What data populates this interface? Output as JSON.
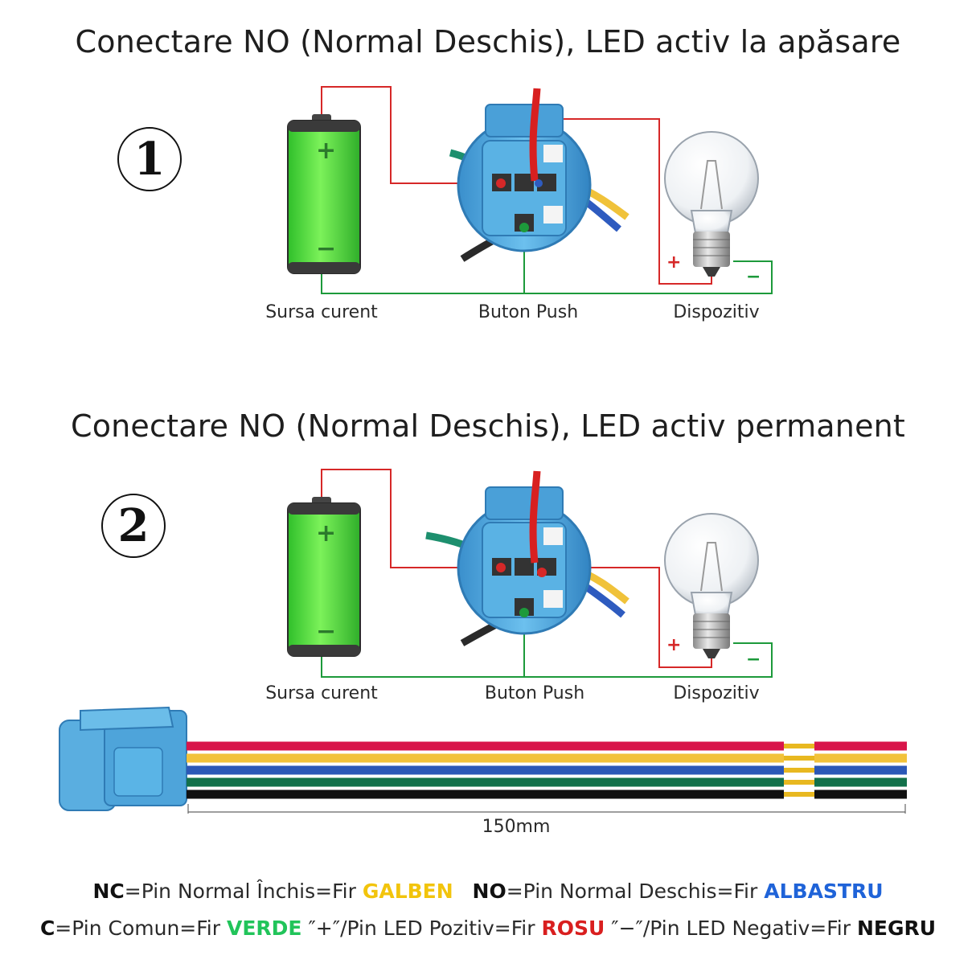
{
  "diagram1": {
    "title": "Conectare NO (Normal Deschis), LED activ la apăsare",
    "number": "1",
    "source_label": "Sursa curent",
    "button_label": "Buton Push",
    "device_label": "Dispozitiv"
  },
  "diagram2": {
    "title": "Conectare NO (Normal Deschis), LED activ permanent",
    "number": "2",
    "source_label": "Sursa curent",
    "button_label": "Buton Push",
    "device_label": "Dispozitiv"
  },
  "battery": {
    "plus": "+",
    "minus": "−"
  },
  "device": {
    "plus": "+",
    "minus": "−"
  },
  "cable": {
    "length_label": "150mm",
    "wire_colors": [
      "#d8154a",
      "#f2c23a",
      "#2b58b7",
      "#12704a",
      "#111111"
    ]
  },
  "legend": {
    "line1": {
      "nc_key": "NC",
      "nc_text": "=Pin Normal Închis=Fir ",
      "nc_color": "GALBEN",
      "no_key": "NO",
      "no_text": "=Pin Normal Deschis=Fir ",
      "no_color": "ALBASTRU"
    },
    "line2": {
      "c_key": "C",
      "c_text": "=Pin Comun=Fir ",
      "c_color": "VERDE",
      "plus_key": " ″+″",
      "plus_text": "/Pin LED Pozitiv=Fir ",
      "plus_color": "ROSU",
      "minus_key": " ″−″",
      "minus_text": "/Pin LED Negativ=Fir ",
      "minus_color": "NEGRU"
    }
  },
  "colors": {
    "wire_red": "#d62828",
    "wire_green": "#1d9a3b",
    "battery": "#55e03a",
    "connector": "#4aa0d8"
  }
}
